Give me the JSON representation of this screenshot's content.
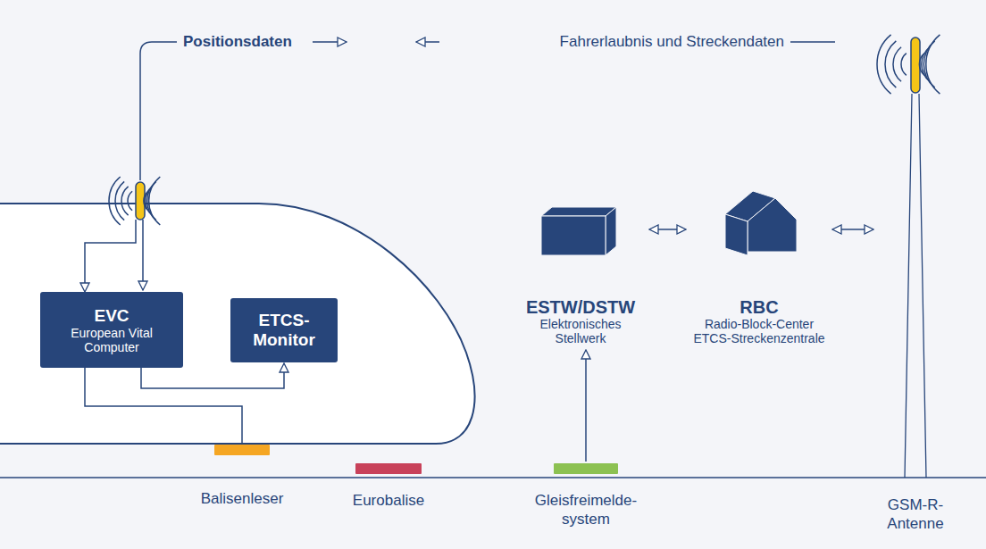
{
  "diagram": {
    "nodes": [
      {
        "text": [
          "EVC",
          "European Vital Computer"
        ]
      },
      {
        "text": [
          "ETCS-Monitor"
        ]
      },
      {
        "text": [
          "ESTW/DSTW",
          "Elektronisches Stellwerk"
        ]
      },
      {
        "text": [
          "RBC",
          "Radio-Block-Center ETCS-Streckenzentrale"
        ]
      },
      {
        "text": [
          "Balisenleser"
        ]
      },
      {
        "text": [
          "Eurobalise"
        ]
      },
      {
        "text": [
          "Gleisfreimelde- system"
        ]
      },
      {
        "text": [
          "GSM-R- Antenne"
        ]
      }
    ],
    "edges": [
      {
        "from": 4,
        "to": 0,
        "arrow": "none"
      },
      {
        "from": 0,
        "to": 1,
        "arrow": "to"
      },
      {
        "from": 6,
        "to": 2,
        "arrow": "to"
      },
      {
        "from": 2,
        "to": 3,
        "arrow": "both"
      },
      {
        "from": 3,
        "to": 7,
        "arrow": "both"
      }
    ],
    "labels": [
      "Positionsdaten",
      "Fahrerlaubnis und Streckendaten"
    ]
  }
}
